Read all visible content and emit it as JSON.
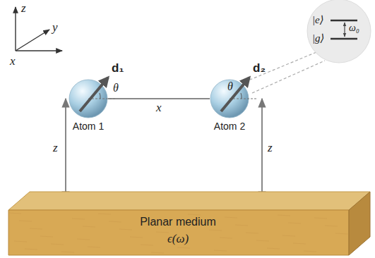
{
  "diagram": {
    "nodes": [
      {
        "text": [
          "Atom 1"
        ]
      },
      {
        "text": [
          "Atom 2"
        ]
      },
      {
        "text": [
          "|e⟩",
          "|g⟩",
          "ω₀"
        ]
      },
      {
        "text": [
          "Planar medium",
          "ϵ(ω)"
        ]
      }
    ],
    "edges": [
      {
        "from": 0,
        "to": 1,
        "arrow": "none",
        "label": "x"
      },
      {
        "from": 0,
        "to": 3,
        "arrow": "both",
        "label": "z"
      },
      {
        "from": 1,
        "to": 3,
        "arrow": "both",
        "label": "z"
      },
      {
        "from": 1,
        "to": 2,
        "arrow": "none"
      }
    ],
    "labels": [
      "z",
      "y",
      "x",
      "d₁",
      "d₂",
      "θ",
      "θ"
    ]
  }
}
